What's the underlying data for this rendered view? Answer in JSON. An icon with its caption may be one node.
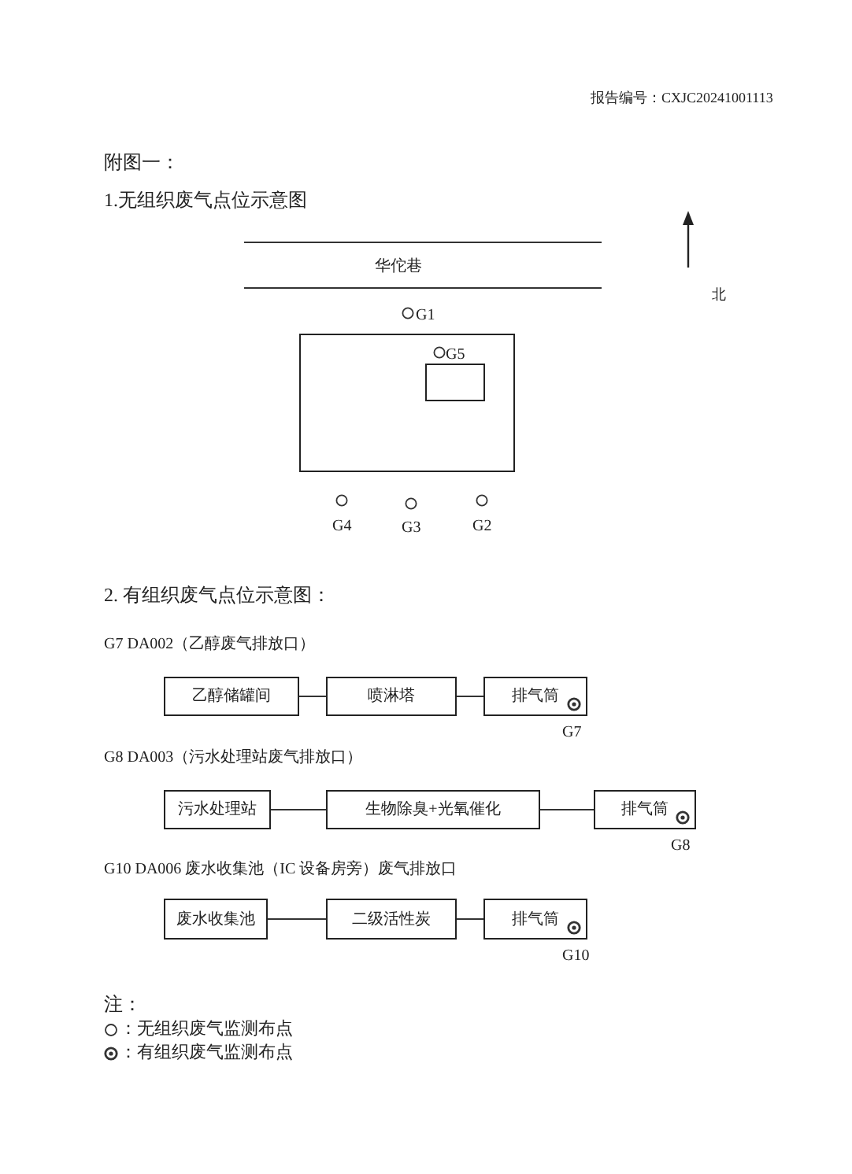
{
  "diagram": {
    "nodes": [
      {
        "text": [],
        "shape": "box"
      },
      {
        "text": [],
        "shape": "box",
        "in": 0,
        "beside": [
          "G5"
        ]
      },
      {
        "text": [
          "乙醇储罐间"
        ]
      },
      {
        "text": [
          "喷淋塔"
        ]
      },
      {
        "text": [
          "排气筒"
        ],
        "beside": [
          "G7"
        ]
      },
      {
        "text": [
          "污水处理站"
        ]
      },
      {
        "text": [
          "生物除臭+光氧催化"
        ]
      },
      {
        "text": [
          "排气筒"
        ],
        "beside": [
          "G8"
        ]
      },
      {
        "text": [
          "废水收集池"
        ]
      },
      {
        "text": [
          "二级活性炭"
        ]
      },
      {
        "text": [
          "排气筒"
        ],
        "beside": [
          "G10"
        ]
      }
    ],
    "edges": [
      {
        "from": 2,
        "to": 3,
        "arrow": "none"
      },
      {
        "from": 3,
        "to": 4,
        "arrow": "none"
      },
      {
        "from": 5,
        "to": 6,
        "arrow": "none"
      },
      {
        "from": 6,
        "to": 7,
        "arrow": "none"
      },
      {
        "from": 8,
        "to": 9,
        "arrow": "none"
      },
      {
        "from": 9,
        "to": 10,
        "arrow": "none"
      }
    ],
    "labels": [
      "报告编号：CXJC20241001113",
      "附图一：",
      "1.无组织废气点位示意图",
      "华佗巷",
      "北",
      "G1",
      "G4",
      "G3",
      "G2",
      "2. 有组织废气点位示意图：",
      "G7 DA002（乙醇废气排放口）",
      "G8 DA003（污水处理站废气排放口）",
      "G10 DA006 废水收集池（IC 设备房旁）废气排放口",
      "注："
    ],
    "legend": [
      {
        "text": "：无组织废气监测布点"
      },
      {
        "text": "：有组织废气监测布点"
      }
    ]
  }
}
